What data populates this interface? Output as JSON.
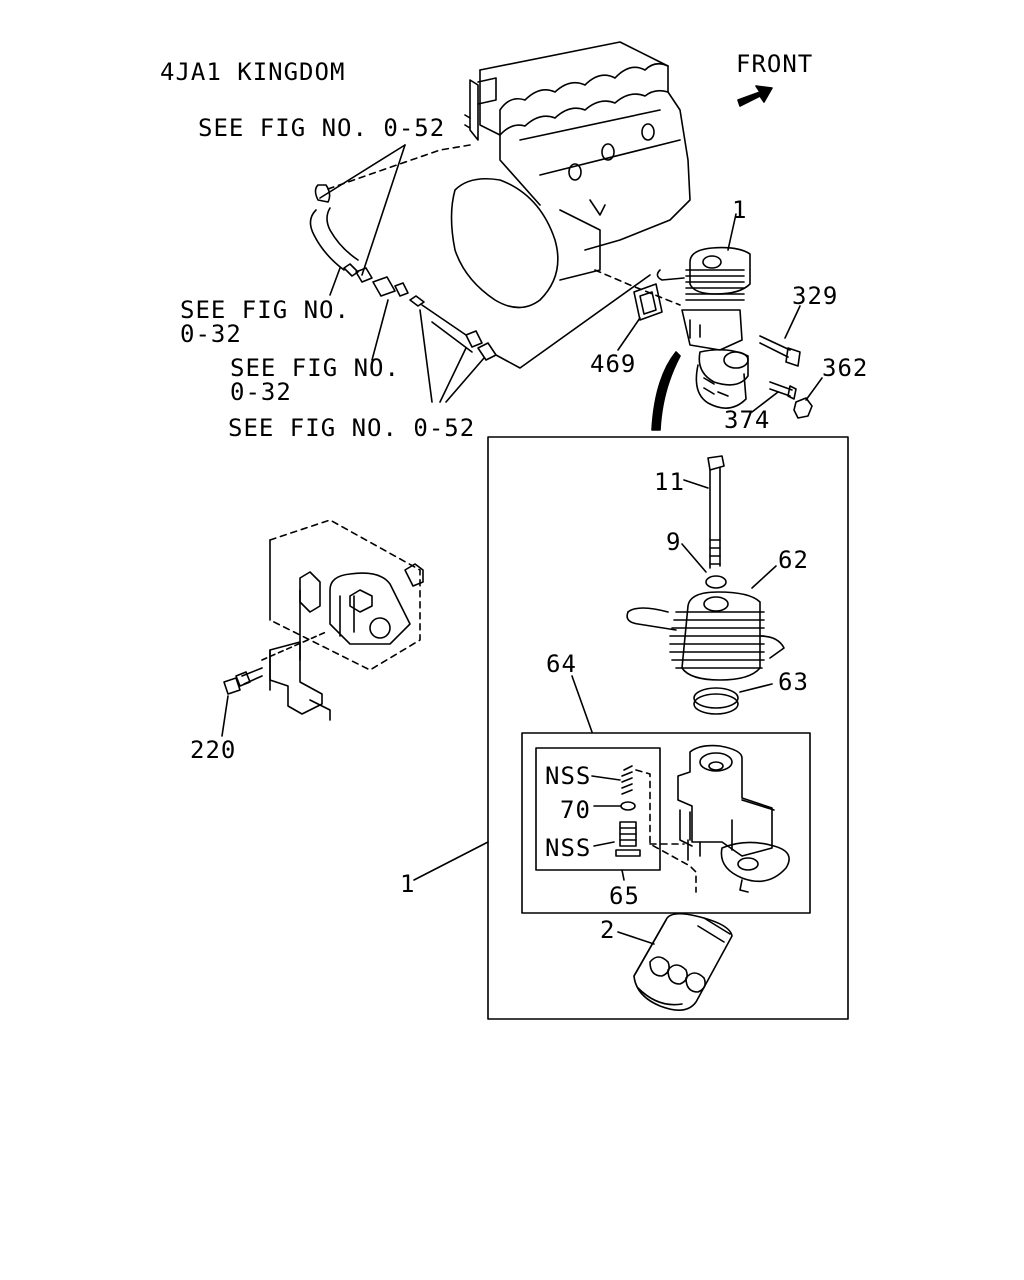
{
  "diagram": {
    "title": "4JA1 KINGDOM",
    "front_label": "FRONT",
    "refs": {
      "fig052_top": "SEE FIG NO. 0-52",
      "fig032_a_line1": "SEE FIG NO.",
      "fig032_a_line2": "0-32",
      "fig032_b_line1": "SEE FIG NO.",
      "fig032_b_line2": "0-32",
      "fig052_bottom": "SEE FIG NO. 0-52"
    },
    "callouts": {
      "p1_top": "1",
      "p329": "329",
      "p362": "362",
      "p469": "469",
      "p374": "374",
      "p11": "11",
      "p9": "9",
      "p62": "62",
      "p63": "63",
      "p64": "64",
      "pNSS_a": "NSS",
      "p70": "70",
      "pNSS_b": "NSS",
      "p65": "65",
      "p1_box": "1",
      "p2": "2",
      "p220": "220"
    },
    "line_color": "#000000",
    "background": "#ffffff"
  }
}
